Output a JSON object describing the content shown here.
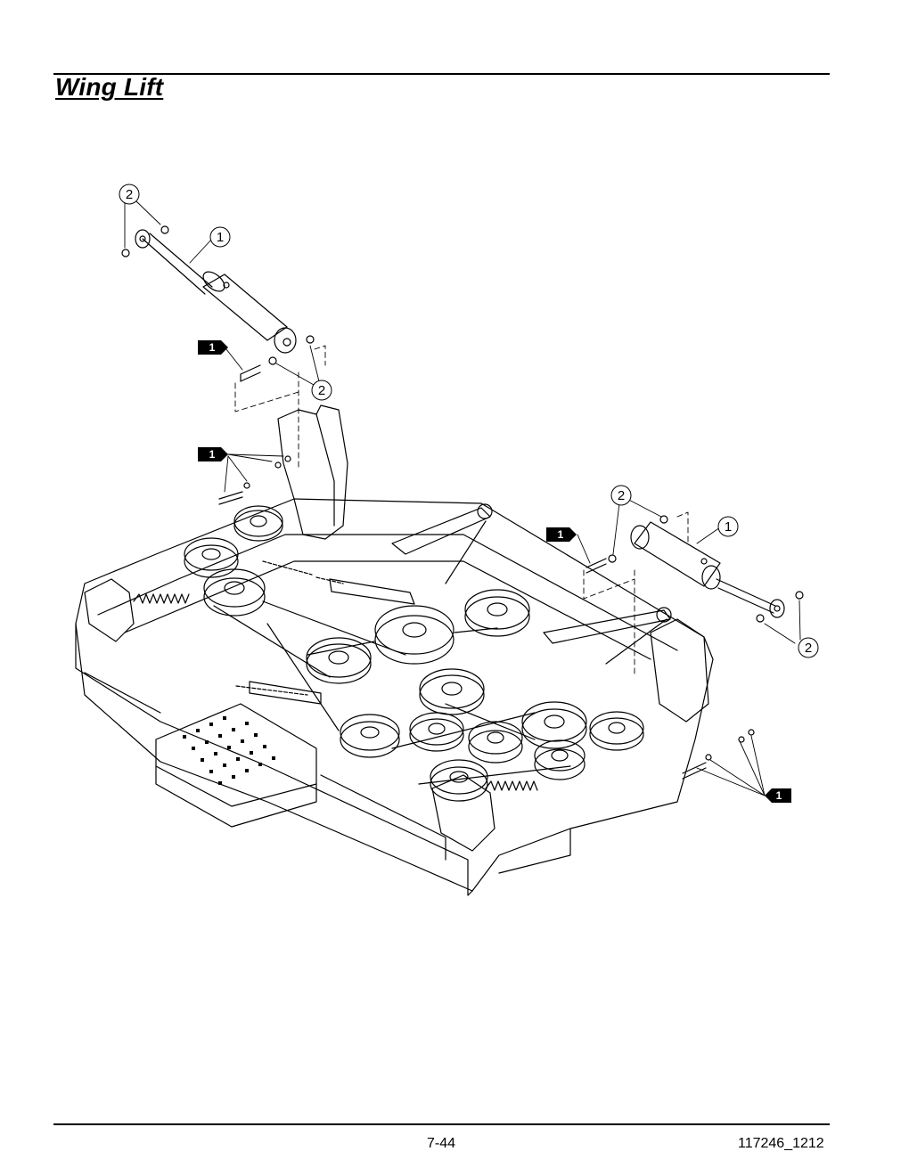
{
  "header": {
    "title": "Wing Lift"
  },
  "diagram": {
    "callouts": {
      "c1": "1",
      "c2": "2",
      "c3": "2",
      "c4": "2",
      "c5": "1",
      "c6": "2"
    },
    "tags": {
      "t1": "1",
      "t2": "1",
      "t3": "1",
      "t4": "1"
    }
  },
  "footer": {
    "page_number": "7-44",
    "doc_number": "117246_1212"
  }
}
